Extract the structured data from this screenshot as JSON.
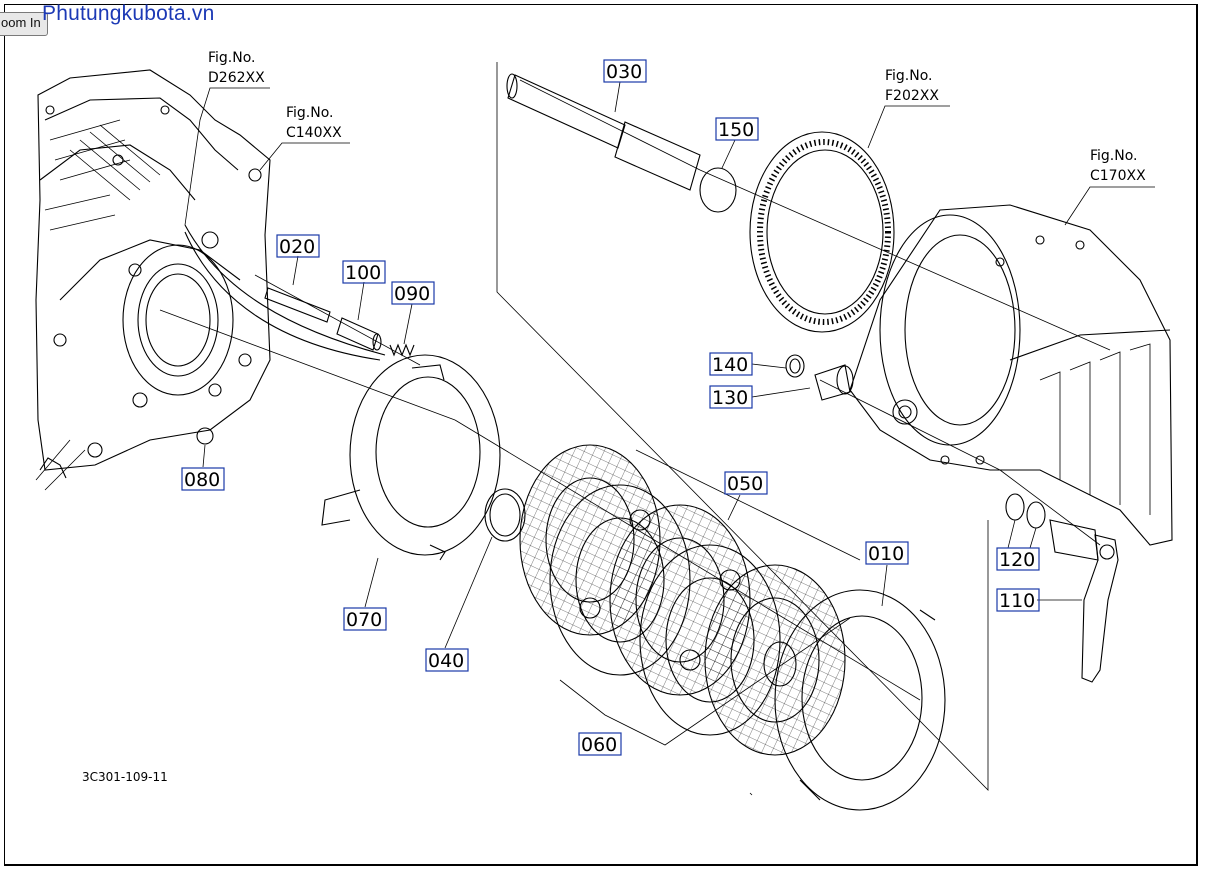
{
  "toolbar": {
    "zoom_label": "oom In"
  },
  "brand": {
    "text": "Phutungkubota.vn"
  },
  "figure_refs": [
    {
      "fig": "Fig.No.",
      "code": "D262XX"
    },
    {
      "fig": "Fig.No.",
      "code": "C140XX"
    },
    {
      "fig": "Fig.No.",
      "code": "F202XX"
    },
    {
      "fig": "Fig.No.",
      "code": "C170XX"
    }
  ],
  "parts": {
    "p010": "010",
    "p020": "020",
    "p030": "030",
    "p040": "040",
    "p050": "050",
    "p060": "060",
    "p070": "070",
    "p080": "080",
    "p090": "090",
    "p100": "100",
    "p110": "110",
    "p120": "120",
    "p130": "130",
    "p140": "140",
    "p150": "150"
  },
  "drawing_code": "3C301-109-11",
  "colors": {
    "brand": "#1c39b5",
    "label_box": "#1a3aa8",
    "ink": "#000000"
  }
}
